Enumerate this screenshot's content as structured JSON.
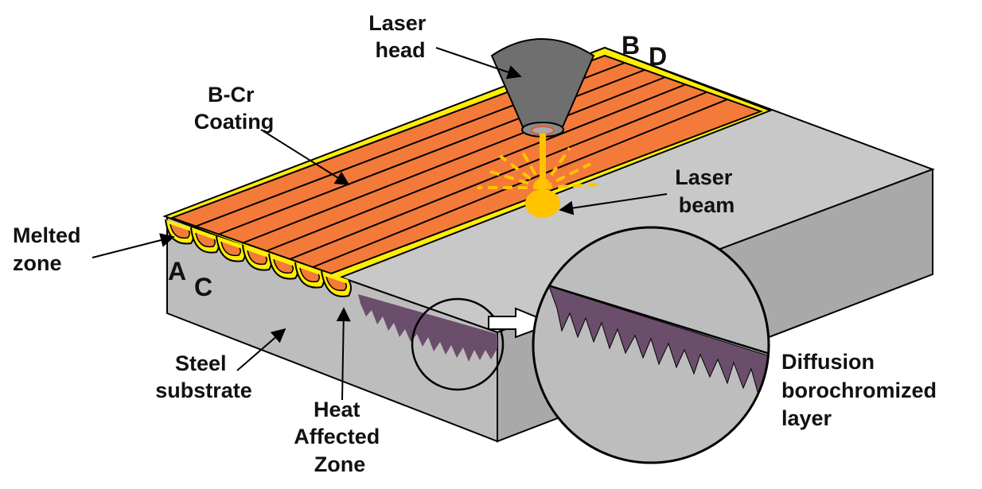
{
  "labels": {
    "laser_head": [
      "Laser",
      "head"
    ],
    "coating": [
      "B-Cr",
      "Coating"
    ],
    "melted_zone": [
      "Melted",
      "zone"
    ],
    "laser_beam": [
      "Laser",
      "beam"
    ],
    "steel_substrate": [
      "Steel",
      "substrate"
    ],
    "haz": [
      "Heat",
      "Affected",
      "Zone"
    ],
    "diffusion": [
      "Diffusion",
      "borochromized",
      "layer"
    ]
  },
  "points": {
    "a": "A",
    "b": "B",
    "c": "C",
    "d": "D"
  },
  "colors": {
    "substrate_top": "#c8c8c8",
    "substrate_front": "#bdbdbd",
    "substrate_side": "#a9a9a9",
    "coating_tracks": "#f47a3a",
    "coating_edge": "#ffee00",
    "laser_head": "#6f6f6f",
    "laser_beam": "#ffc300",
    "diffusion_layer": "#6b4e6b"
  },
  "icons": {
    "laser_head": "laser-head-icon",
    "beam_spot": "beam-spot-icon",
    "magnifier": "magnifier-circle-icon",
    "zoom_arrow": "zoom-arrow-icon"
  }
}
